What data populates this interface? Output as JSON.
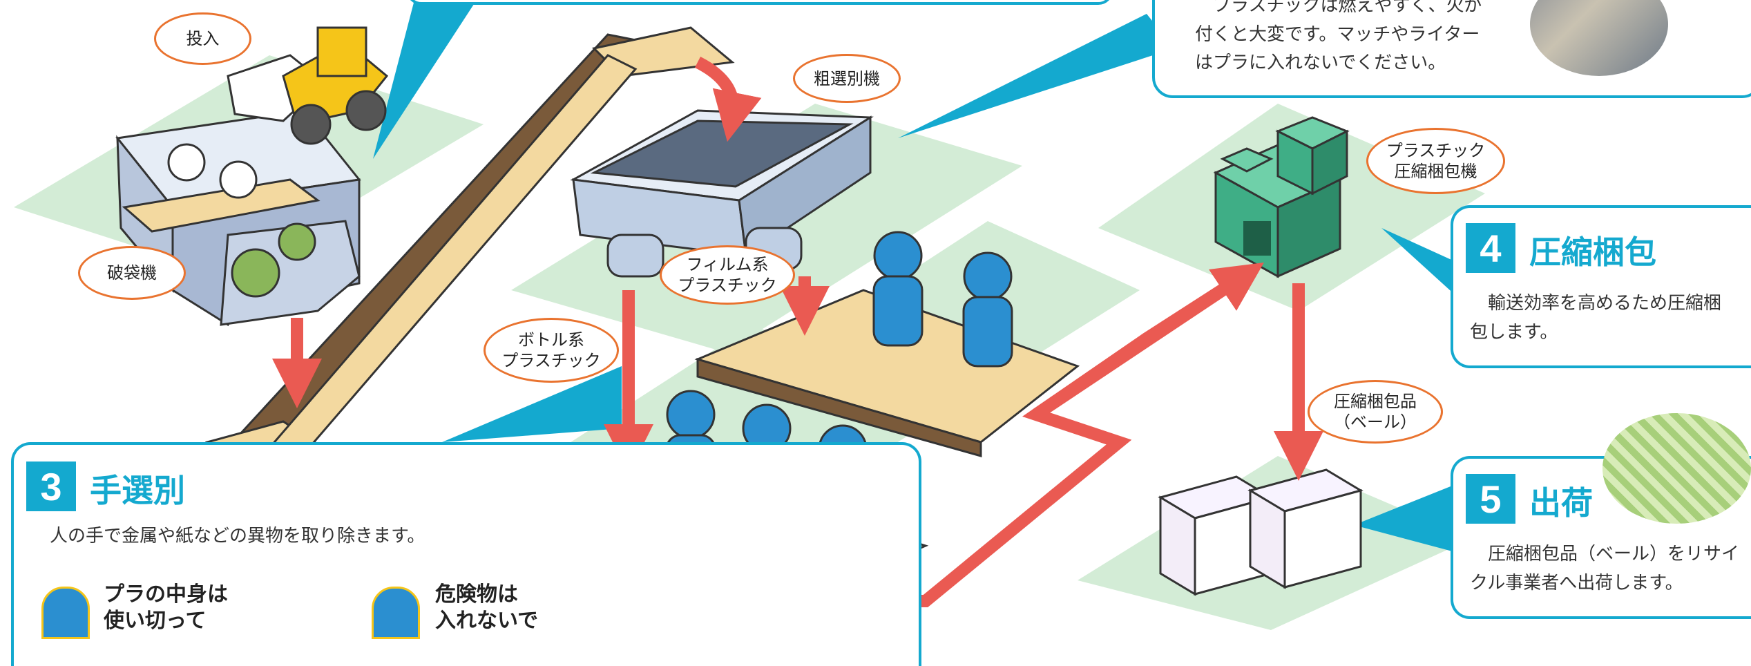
{
  "labels": {
    "input": "投入",
    "bag_breaker": "破袋機",
    "coarse_sorter": "粗選別機",
    "film": "フィルム系\nプラスチック",
    "bottle": "ボトル系\nプラスチック",
    "baler": "プラスチック\n圧縮梱包機",
    "bale": "圧縮梱包品\n（ベール）"
  },
  "top_note": "　プラスチックは燃えやすく、火が\n付くと大変です。マッチやライター\nはプラに入れないでください。",
  "step3": {
    "number": "3",
    "title": "手選別",
    "description": "人の手で金属や紙などの異物を取り除きます。",
    "tip1": "プラの中身は\n使い切って",
    "tip2": "危険物は\n入れないで"
  },
  "step4": {
    "number": "4",
    "title": "圧縮梱包",
    "description": "　輸送効率を高めるため圧縮梱\n包します。"
  },
  "step5": {
    "number": "5",
    "title": "出荷",
    "description": "　圧縮梱包品（ベール）をリサイ\nクル事業者へ出荷します。"
  },
  "colors": {
    "accent": "#14a9cf",
    "arrow": "#ea5a52",
    "label_border": "#e9732f",
    "ground": "#d3ecd6",
    "belt": "#f3d9a0",
    "machine": "#bfcfe4",
    "baler": "#3fae86",
    "worker": "#2b8fd0"
  }
}
